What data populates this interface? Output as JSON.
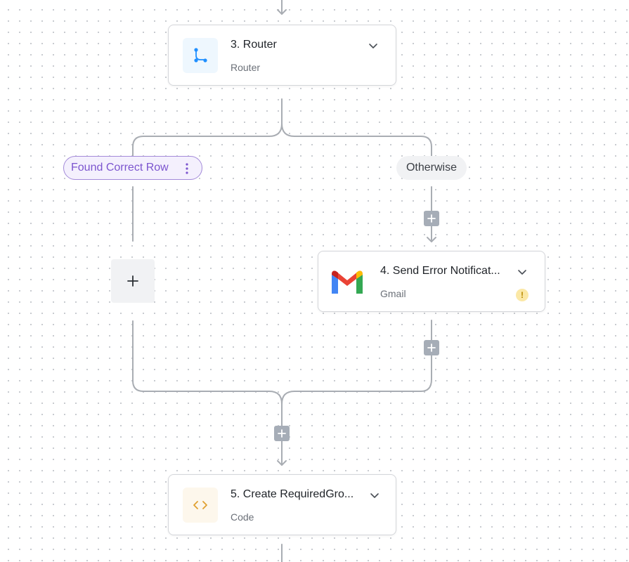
{
  "flow": {
    "steps": [
      {
        "title": "3. Router",
        "subtitle": "Router",
        "icon": "router-icon",
        "accent": "#1f8fff"
      },
      {
        "title": "4. Send Error Notificat...",
        "subtitle": "Gmail",
        "icon": "gmail-icon",
        "warning": "!"
      },
      {
        "title": "5. Create RequiredGro...",
        "subtitle": "Code",
        "icon": "code-icon",
        "accent": "#e0a030"
      }
    ],
    "branches": [
      {
        "label": "Found Correct Row"
      },
      {
        "label": "Otherwise"
      }
    ]
  },
  "colors": {
    "connector": "#a9adb3",
    "purple_branch": "#7c55cf",
    "add_button": "#a6adb7"
  }
}
